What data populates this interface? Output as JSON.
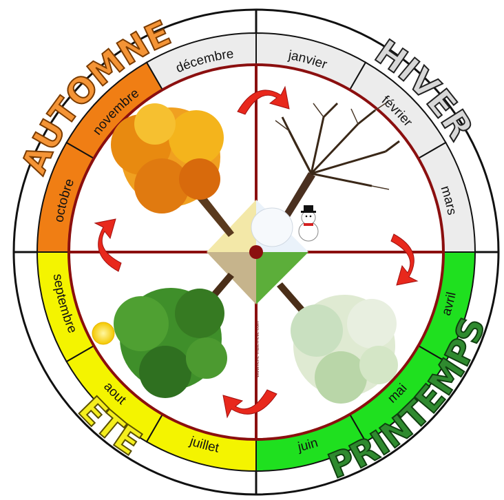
{
  "colors": {
    "automne": "#f07e14",
    "hiver": "#ececec",
    "printemps": "#1fe01f",
    "ete": "#f4f400",
    "ring_line": "#111111",
    "inner_line": "#8b0f0f",
    "arrow": "#e8281c"
  },
  "seasons": [
    {
      "key": "automne",
      "label": "AUTOMNE",
      "fill": "#f49436",
      "stroke": "#7a3b00",
      "icon": "autumn-tree-icon"
    },
    {
      "key": "hiver",
      "label": "HIVER",
      "fill": "#d8d8d8",
      "stroke": "#222222",
      "icon": "winter-tree-icon"
    },
    {
      "key": "printemps",
      "label": "PRINTEMPS",
      "fill": "#2f8a2f",
      "stroke": "#0f3f0f",
      "icon": "spring-tree-icon"
    },
    {
      "key": "ete",
      "label": "ETE",
      "fill": "#f4ee1e",
      "stroke": "#5a5000",
      "icon": "summer-tree-icon"
    }
  ],
  "months": [
    {
      "label": "décembre",
      "color": "#ececec"
    },
    {
      "label": "janvier",
      "color": "#ececec"
    },
    {
      "label": "février",
      "color": "#ececec"
    },
    {
      "label": "mars",
      "color": "#ececec"
    },
    {
      "label": "avril",
      "color": "#1fe01f"
    },
    {
      "label": "mai",
      "color": "#1fe01f"
    },
    {
      "label": "juin",
      "color": "#1fe01f"
    },
    {
      "label": "juillet",
      "color": "#f4f400"
    },
    {
      "label": "aout",
      "color": "#f4f400"
    },
    {
      "label": "septembre",
      "color": "#f4f400"
    },
    {
      "label": "octobre",
      "color": "#f07e14"
    },
    {
      "label": "novembre",
      "color": "#f07e14"
    }
  ],
  "credit": "www.fiche-maternelle.com",
  "icons": {
    "arrows": "curved-arrow-icon",
    "snowman": "snowman-icon",
    "sun": "sun-icon"
  }
}
